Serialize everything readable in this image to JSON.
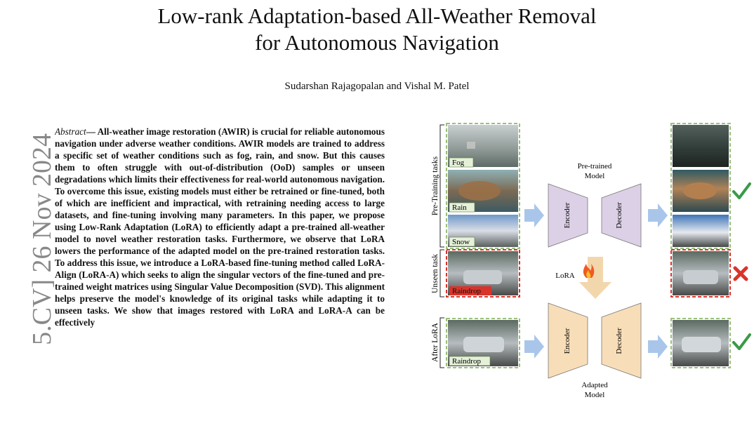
{
  "paper": {
    "title_line1": "Low-rank Adaptation-based All-Weather Removal",
    "title_line2": "for Autonomous Navigation",
    "authors": "Sudarshan Rajagopalan and Vishal M. Patel",
    "arxiv_stamp": "5.CV]  26 Nov 2024",
    "abstract_lead": "Abstract",
    "abstract_body": "All-weather image restoration (AWIR) is crucial for reliable autonomous navigation under adverse weather conditions. AWIR models are trained to address a specific set of weather conditions such as fog, rain, and snow. But this causes them to often struggle with out-of-distribution (OoD) samples or unseen degradations which limits their effectiveness for real-world autonomous navigation. To overcome this issue, existing models must either be retrained or fine-tuned, both of which are inefficient and impractical, with retraining needing access to large datasets, and fine-tuning involving many parameters. In this paper, we propose using Low-Rank Adaptation (LoRA) to efficiently adapt a pre-trained all-weather model to novel weather restoration tasks. Furthermore, we observe that LoRA lowers the performance of the adapted model on the pre-trained restoration tasks. To address this issue, we introduce a LoRA-based fine-tuning method called LoRA-Align (LoRA-A) which seeks to align the singular vectors of the fine-tuned and pre-trained weight matrices using Singular Value Decomposition (SVD). This alignment helps preserve the model's knowledge of its original tasks while adapting it to unseen tasks. We show that images restored with LoRA and LoRA-A can be effectively"
  },
  "figure": {
    "group_pretraining": "Pre-Training tasks",
    "group_unseen": "Unseen task",
    "group_after": "After LoRA",
    "input_fog": "Fog",
    "input_rain": "Rain",
    "input_snow": "Snow",
    "input_raindrop_unseen": "Raindrop",
    "input_raindrop_after": "Raindrop",
    "pretrained_model_line1": "Pre-trained",
    "pretrained_model_line2": "Model",
    "encoder_top": "Encoder",
    "decoder_top": "Decoder",
    "lora_label": "LoRA",
    "encoder_bottom": "Encoder",
    "decoder_bottom": "Decoder",
    "adapted_model_line1": "Adapted",
    "adapted_model_line2": "Model",
    "colors": {
      "pretrained_block": "#dcd0e6",
      "adapted_block": "#f8deb8",
      "green_dash": "#9bc07a",
      "red_dash": "#d9342b",
      "check": "#3a9a48",
      "cross": "#d9342b",
      "arrow": "#a9c6ea",
      "lora_arrow": "#f3d7ac"
    }
  }
}
